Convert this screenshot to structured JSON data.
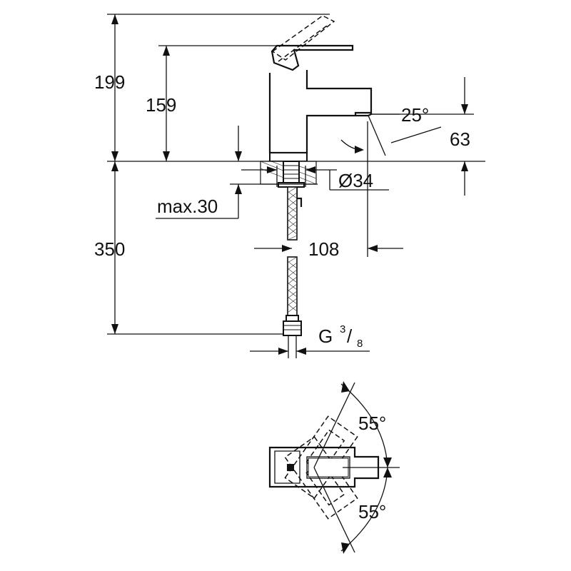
{
  "dimensions": {
    "height_total": "199",
    "height_spout": "159",
    "angle_spout": "25°",
    "projection_63": "63",
    "hole_diameter": "Ø34",
    "max_thickness": "max.30",
    "below_deck": "350",
    "reach": "108",
    "connection_main": "G",
    "connection_num": "3",
    "connection_den": "8",
    "handle_angle_top": "55°",
    "handle_angle_bottom": "55°"
  },
  "colors": {
    "line": "#111111",
    "background": "#ffffff"
  }
}
